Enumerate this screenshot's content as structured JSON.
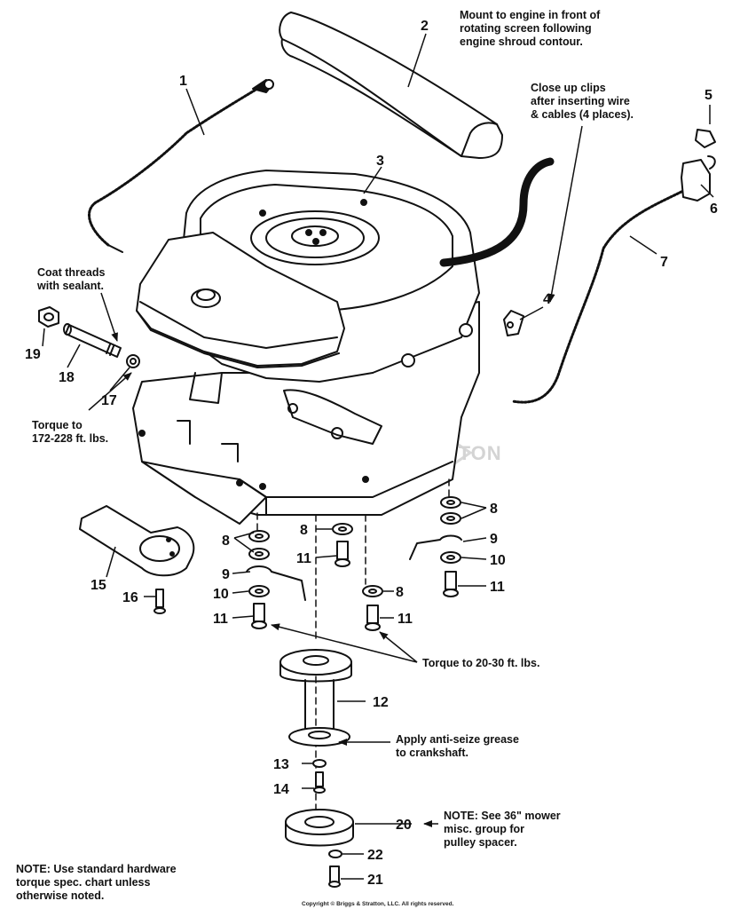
{
  "notes": {
    "mount": "Mount to engine in front of\nrotating screen following\nengine shroud contour.",
    "clips": "Close up clips\nafter inserting wire\n& cables (4 places).",
    "coat": "Coat threads\nwith sealant.",
    "torque_nut": "Torque to\n172-228 ft. lbs.",
    "torque_bolts": "Torque to 20-30 ft. lbs.",
    "antiseize": "Apply anti-seize grease\nto crankshaft.",
    "mower": "NOTE: See 36\" mower\nmisc. group for\npulley spacer.",
    "hardware": "NOTE: Use standard hardware\ntorque spec. chart unless\notherwise noted."
  },
  "watermark": "BRIGGS & STRATTON",
  "copyright": "Copyright © Briggs & Stratton, LLC. All rights reserved.",
  "callouts": {
    "c1": "1",
    "c2": "2",
    "c3": "3",
    "c4": "4",
    "c5": "5",
    "c6": "6",
    "c7": "7",
    "c8a": "8",
    "c8b": "8",
    "c8c": "8",
    "c8d": "8",
    "c9a": "9",
    "c9b": "9",
    "c10a": "10",
    "c10b": "10",
    "c11a": "11",
    "c11b": "11",
    "c11c": "11",
    "c11d": "11",
    "c12": "12",
    "c13": "13",
    "c14": "14",
    "c15": "15",
    "c16": "16",
    "c17": "17",
    "c18": "18",
    "c19": "19",
    "c20": "20",
    "c21": "21",
    "c22": "22"
  }
}
